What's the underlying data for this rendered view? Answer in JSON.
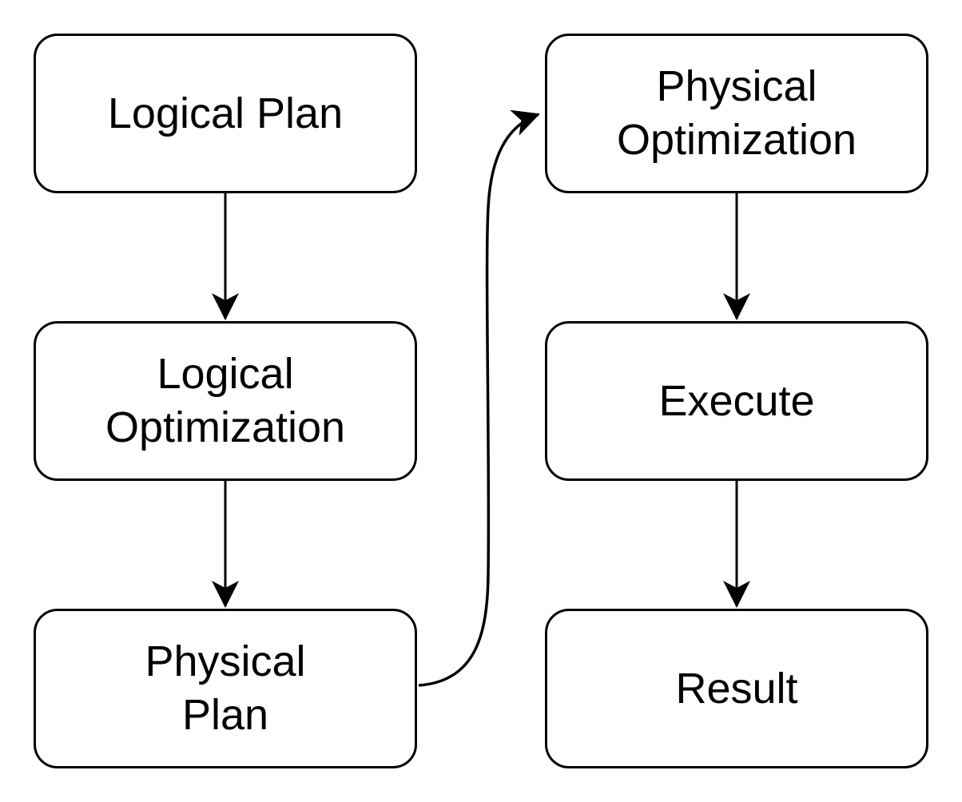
{
  "canvas": {
    "background_color": "#ffffff",
    "stroke_color": "#000000",
    "node_fill_color": "#ffffff",
    "text_color": "#000000"
  },
  "nodes": [
    {
      "id": "logical-plan",
      "label": "Logical Plan"
    },
    {
      "id": "logical-optimization",
      "label": "Logical\nOptimization"
    },
    {
      "id": "physical-plan",
      "label": "Physical\nPlan"
    },
    {
      "id": "physical-optimization",
      "label": "Physical\nOptimization"
    },
    {
      "id": "execute",
      "label": "Execute"
    },
    {
      "id": "result",
      "label": "Result"
    }
  ],
  "edges": [
    {
      "from": "logical-plan",
      "to": "logical-optimization",
      "shape": "straight-down-arrow"
    },
    {
      "from": "logical-optimization",
      "to": "physical-plan",
      "shape": "straight-down-arrow"
    },
    {
      "from": "physical-plan",
      "to": "physical-optimization",
      "shape": "curved-s-arrow"
    },
    {
      "from": "physical-optimization",
      "to": "execute",
      "shape": "straight-down-arrow"
    },
    {
      "from": "execute",
      "to": "result",
      "shape": "straight-down-arrow"
    }
  ]
}
